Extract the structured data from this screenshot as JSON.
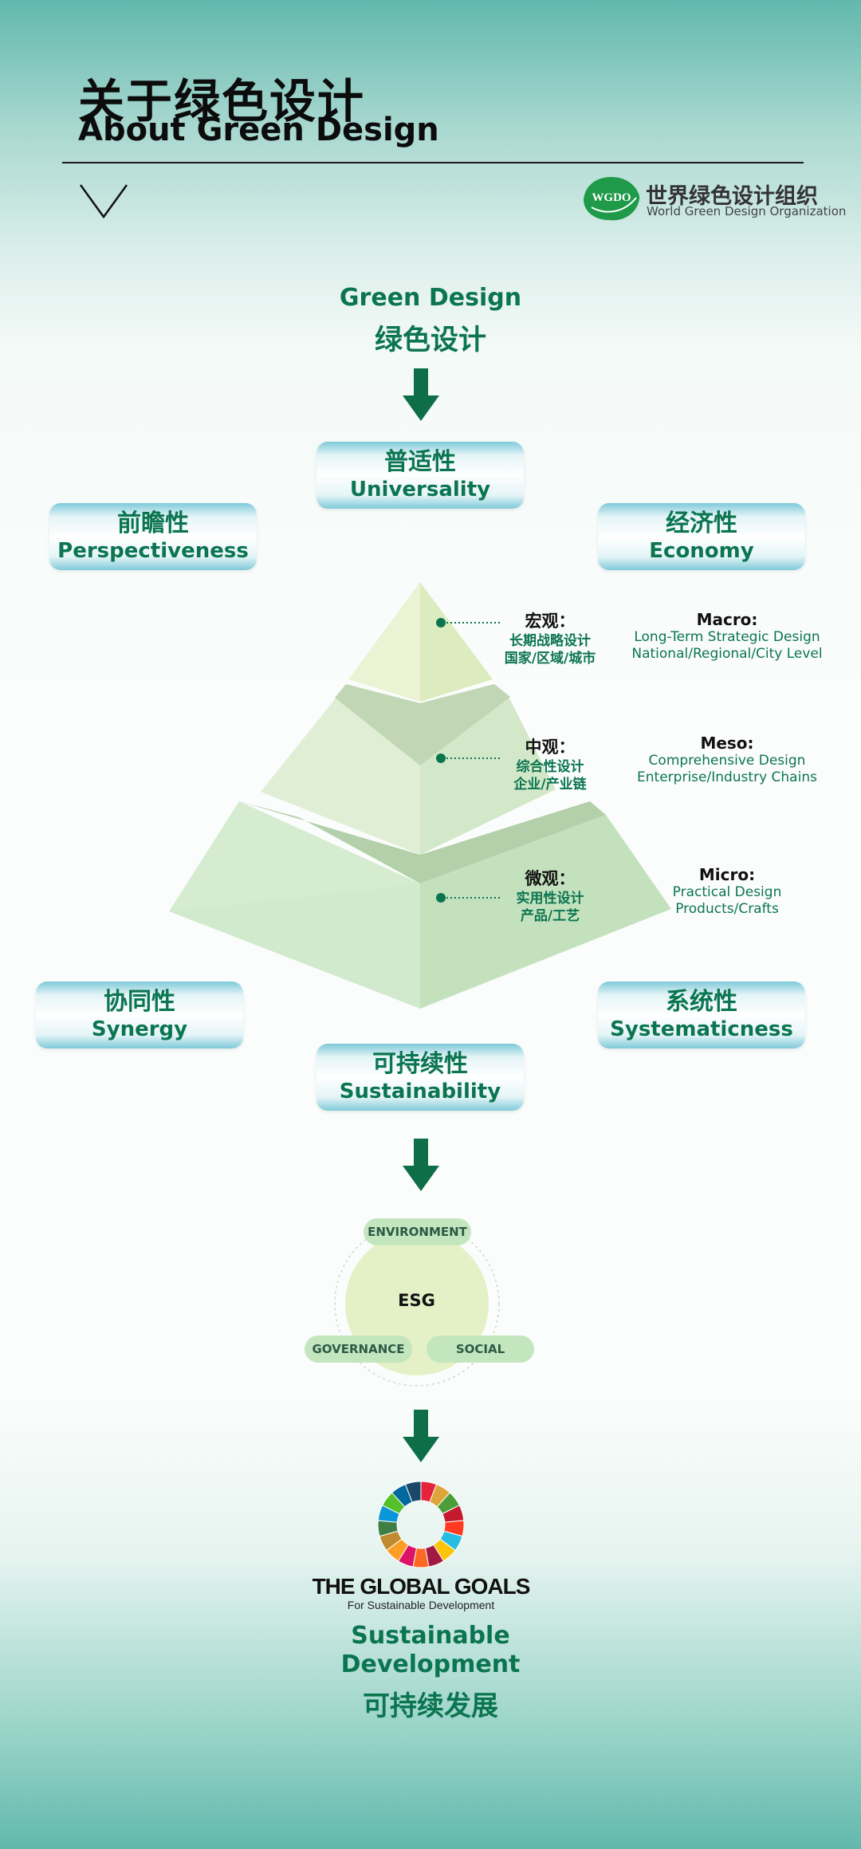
{
  "header": {
    "title_cn": "关于绿色设计",
    "title_en": "About Green Design"
  },
  "logo": {
    "badge": "WGDO",
    "name_cn": "世界绿色设计组织",
    "name_en": "World Green Design Organization"
  },
  "top": {
    "title_en": "Green Design",
    "title_cn": "绿色设计"
  },
  "principles": {
    "universality": {
      "cn": "普适性",
      "en": "Universality"
    },
    "perspectiveness": {
      "cn": "前瞻性",
      "en": "Perspectiveness"
    },
    "economy": {
      "cn": "经济性",
      "en": "Economy"
    },
    "synergy": {
      "cn": "协同性",
      "en": "Synergy"
    },
    "systematicness": {
      "cn": "系统性",
      "en": "Systematicness"
    },
    "sustainability": {
      "cn": "可持续性",
      "en": "Sustainability"
    }
  },
  "levels": {
    "macro": {
      "cn": "宏观：",
      "cn_l1": "长期战略设计",
      "cn_l2": "国家/区域/城市",
      "en": "Macro:",
      "en_l1": "Long-Term Strategic Design",
      "en_l2": "National/Regional/City Level"
    },
    "meso": {
      "cn": "中观：",
      "cn_l1": "综合性设计",
      "cn_l2": "企业/产业链",
      "en": "Meso:",
      "en_l1": "Comprehensive Design",
      "en_l2": "Enterprise/Industry Chains"
    },
    "micro": {
      "cn": "微观：",
      "cn_l1": "实用性设计",
      "cn_l2": "产品/工艺",
      "en": "Micro:",
      "en_l1": "Practical Design",
      "en_l2": "Products/Crafts"
    }
  },
  "esg": {
    "center": "ESG",
    "environment": "ENVIRONMENT",
    "governance": "GOVERNANCE",
    "social": "SOCIAL"
  },
  "global_goals": {
    "title": "THE GLOBAL GOALS",
    "subtitle": "For Sustainable Development"
  },
  "bottom": {
    "title_en_l1": "Sustainable",
    "title_en_l2": "Development",
    "title_cn": "可持续发展"
  },
  "colors": {
    "brand_green": "#0b7550",
    "pyramid_light": "#d6ecd0"
  }
}
